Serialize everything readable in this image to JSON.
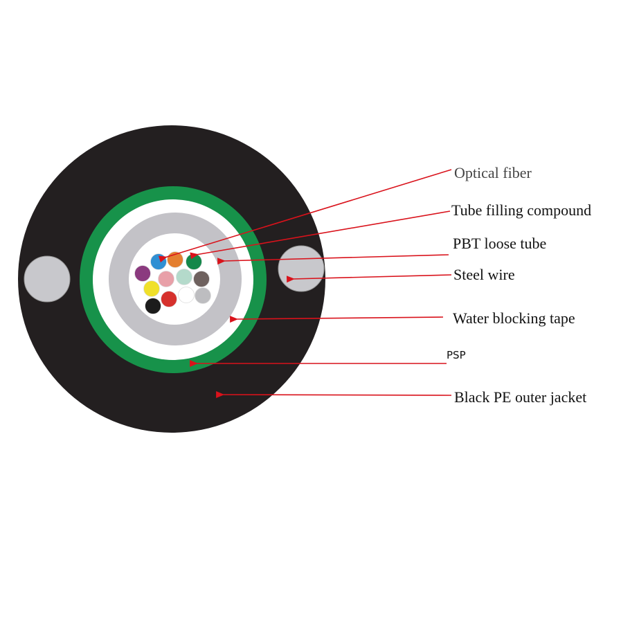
{
  "title": "Optical cable cross-section",
  "colors": {
    "jacket": "#231f20",
    "psp": "#17924a",
    "tape": "#ffffff",
    "tube": "#c3c2c7",
    "steel": "#c8c8cc",
    "arrow": "#d9121b"
  },
  "fibers": [
    {
      "color": "#2f8fd3"
    },
    {
      "color": "#e47f30"
    },
    {
      "color": "#14884a"
    },
    {
      "color": "#8b3a7f"
    },
    {
      "color": "#e8a0a8"
    },
    {
      "color": "#b4dacb"
    },
    {
      "color": "#6f625f"
    },
    {
      "color": "#f0e02a"
    },
    {
      "color": "#d6312d"
    },
    {
      "color": "#ffffff"
    },
    {
      "color": "#bdbdc0"
    },
    {
      "color": "#1c1c1c"
    }
  ],
  "labels": [
    {
      "text": "Optical fiber"
    },
    {
      "text": "Tube filling compound"
    },
    {
      "text": "PBT loose tube"
    },
    {
      "text": "Steel wire"
    },
    {
      "text": "Water blocking tape"
    },
    {
      "text": "PSP"
    },
    {
      "text": "Black PE outer jacket"
    }
  ]
}
